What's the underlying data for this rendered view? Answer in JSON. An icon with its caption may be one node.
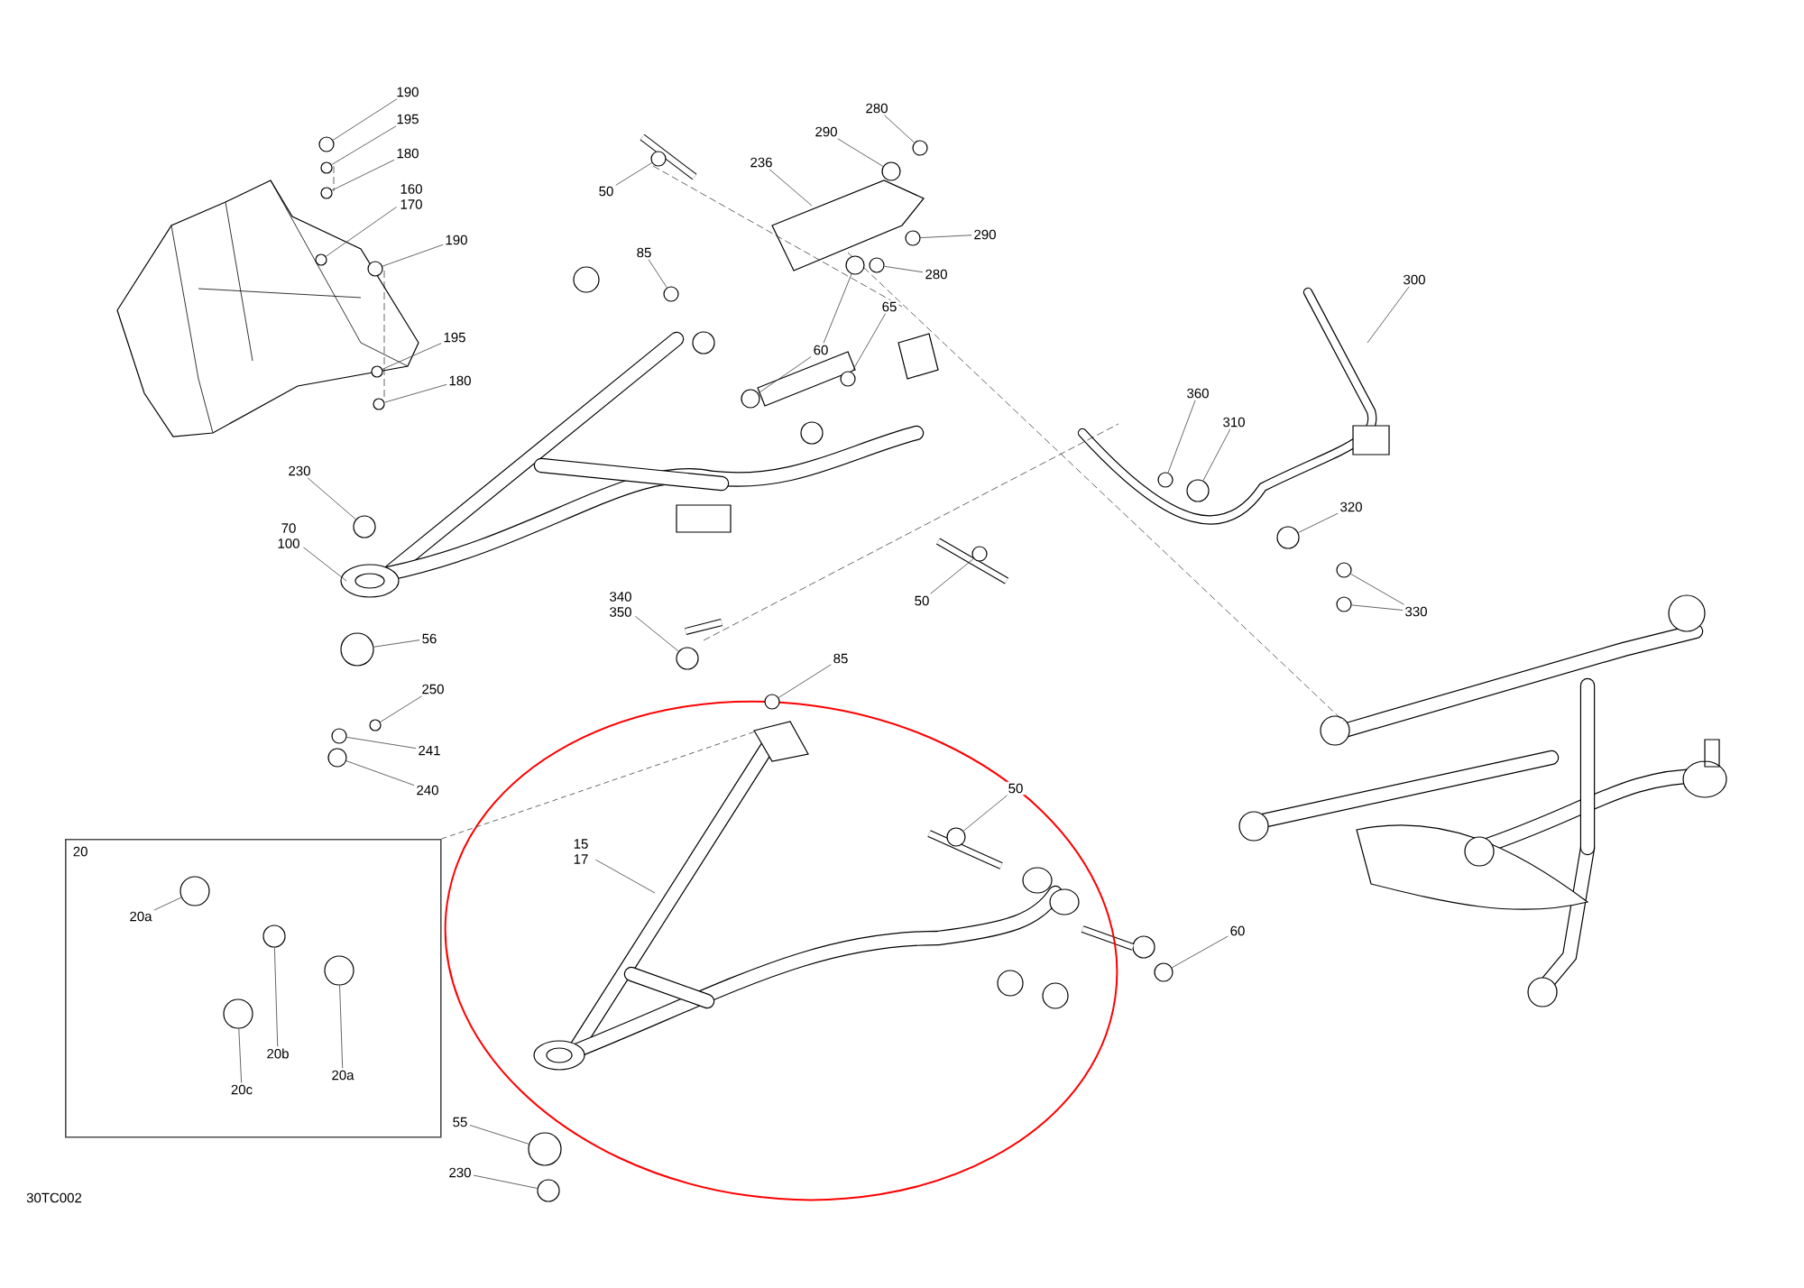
{
  "diagram": {
    "nodes": [
      {
        "text": [
          "190"
        ]
      },
      {
        "text": [
          "195"
        ]
      },
      {
        "text": [
          "180"
        ]
      },
      {
        "text": [
          "160 170"
        ]
      },
      {
        "text": [
          "190"
        ]
      },
      {
        "text": [
          "195"
        ]
      },
      {
        "text": [
          "180"
        ]
      },
      {
        "text": [
          "230"
        ]
      },
      {
        "text": [
          "70 100"
        ]
      },
      {
        "text": [
          "56"
        ]
      },
      {
        "text": [
          "250"
        ]
      },
      {
        "text": [
          "241"
        ]
      },
      {
        "text": [
          "240"
        ]
      },
      {
        "text": [
          "50"
        ]
      },
      {
        "text": [
          "236"
        ]
      },
      {
        "text": [
          "290"
        ]
      },
      {
        "text": [
          "280"
        ]
      },
      {
        "text": [
          "290"
        ]
      },
      {
        "text": [
          "280"
        ]
      },
      {
        "text": [
          "85"
        ]
      },
      {
        "text": [
          "60"
        ]
      },
      {
        "text": [
          "65"
        ]
      },
      {
        "text": [
          "340 350"
        ]
      },
      {
        "text": [
          "50"
        ]
      },
      {
        "text": [
          "300"
        ]
      },
      {
        "text": [
          "360"
        ]
      },
      {
        "text": [
          "310"
        ]
      },
      {
        "text": [
          "320"
        ]
      },
      {
        "text": [
          "330"
        ]
      },
      {
        "text": [
          "85"
        ]
      },
      {
        "text": [
          "15 17"
        ]
      },
      {
        "text": [
          "50"
        ]
      },
      {
        "text": [
          "60"
        ]
      },
      {
        "text": [
          "20"
        ]
      },
      {
        "text": [
          "20a"
        ],
        "in": 33
      },
      {
        "text": [
          "20b"
        ],
        "in": 33
      },
      {
        "text": [
          "20c"
        ],
        "in": 33
      },
      {
        "text": [
          "20a"
        ],
        "in": 33
      },
      {
        "text": [
          "55"
        ]
      },
      {
        "text": [
          "230"
        ]
      },
      {
        "text": [],
        "shape": "circle"
      },
      {
        "text": [],
        "shape": "circle"
      },
      {
        "text": [],
        "shape": "circle"
      },
      {
        "text": [],
        "shape": "circle"
      },
      {
        "text": [],
        "shape": "circle"
      },
      {
        "text": [],
        "shape": "circle"
      },
      {
        "text": [],
        "shape": "circle"
      },
      {
        "text": [],
        "shape": "circle"
      },
      {
        "text": [],
        "shape": "circle"
      },
      {
        "text": [],
        "shape": "circle"
      },
      {
        "text": [],
        "shape": "circle"
      },
      {
        "text": [],
        "shape": "circle"
      },
      {
        "text": [],
        "shape": "circle"
      },
      {
        "text": [],
        "shape": "circle"
      },
      {
        "text": [],
        "shape": "circle"
      },
      {
        "text": [],
        "shape": "circle"
      },
      {
        "text": [],
        "shape": "circle"
      },
      {
        "text": [],
        "shape": "circle"
      },
      {
        "text": [],
        "shape": "circle"
      },
      {
        "text": [],
        "shape": "circle"
      },
      {
        "text": [],
        "shape": "circle"
      },
      {
        "text": [],
        "shape": "circle"
      },
      {
        "text": [],
        "shape": "circle"
      },
      {
        "text": [],
        "shape": "circle"
      },
      {
        "text": [],
        "shape": "circle"
      },
      {
        "text": [],
        "shape": "circle"
      },
      {
        "text": [],
        "shape": "circle"
      },
      {
        "text": [],
        "shape": "circle"
      },
      {
        "text": [],
        "shape": "circle"
      },
      {
        "text": [],
        "shape": "circle"
      },
      {
        "text": [],
        "shape": "circle"
      },
      {
        "text": [],
        "shape": "circle",
        "in": 33
      },
      {
        "text": [],
        "shape": "circle",
        "in": 33
      },
      {
        "text": [],
        "shape": "circle",
        "in": 33
      },
      {
        "text": [],
        "shape": "circle",
        "in": 33
      },
      {
        "text": [],
        "shape": "circle"
      },
      {
        "text": [],
        "shape": "circle"
      }
    ],
    "edges": [
      {
        "from": 0,
        "to": 40,
        "arrow": "none"
      },
      {
        "from": 1,
        "to": 41,
        "arrow": "none"
      },
      {
        "from": 2,
        "to": 42,
        "arrow": "none"
      },
      {
        "from": 3,
        "to": 43,
        "arrow": "none"
      },
      {
        "from": 4,
        "to": 44,
        "arrow": "none"
      },
      {
        "from": 5,
        "to": 45,
        "arrow": "none"
      },
      {
        "from": 6,
        "to": 46,
        "arrow": "none"
      },
      {
        "from": 7,
        "to": 47,
        "arrow": "none"
      },
      {
        "from": 8,
        "to": null,
        "arrow": "none"
      },
      {
        "from": 9,
        "to": 48,
        "arrow": "none"
      },
      {
        "from": 10,
        "to": 49,
        "arrow": "none"
      },
      {
        "from": 11,
        "to": 50,
        "arrow": "none"
      },
      {
        "from": 12,
        "to": 51,
        "arrow": "none"
      },
      {
        "from": 13,
        "to": 52,
        "arrow": "none"
      },
      {
        "from": 14,
        "to": null,
        "arrow": "none"
      },
      {
        "from": 15,
        "to": 53,
        "arrow": "none"
      },
      {
        "from": 16,
        "to": 54,
        "arrow": "none"
      },
      {
        "from": 17,
        "to": 55,
        "arrow": "none"
      },
      {
        "from": 18,
        "to": 56,
        "arrow": "none"
      },
      {
        "from": 19,
        "to": 57,
        "arrow": "none"
      },
      {
        "from": 20,
        "to": 58,
        "arrow": "none"
      },
      {
        "from": 20,
        "to": 59,
        "arrow": "none"
      },
      {
        "from": 21,
        "to": 60,
        "arrow": "none"
      },
      {
        "from": 22,
        "to": 61,
        "arrow": "none"
      },
      {
        "from": 23,
        "to": 62,
        "arrow": "none"
      },
      {
        "from": 24,
        "to": null,
        "arrow": "none"
      },
      {
        "from": 25,
        "to": 63,
        "arrow": "none"
      },
      {
        "from": 26,
        "to": 64,
        "arrow": "none"
      },
      {
        "from": 27,
        "to": 65,
        "arrow": "none"
      },
      {
        "from": 28,
        "to": 66,
        "arrow": "none"
      },
      {
        "from": 28,
        "to": 67,
        "arrow": "none"
      },
      {
        "from": 29,
        "to": 68,
        "arrow": "none"
      },
      {
        "from": 30,
        "to": null,
        "arrow": "none"
      },
      {
        "from": 31,
        "to": 69,
        "arrow": "none"
      },
      {
        "from": 32,
        "to": 70,
        "arrow": "none"
      },
      {
        "from": 33,
        "to": null,
        "arrow": "none",
        "style": "dashed"
      },
      {
        "from": 34,
        "to": 71,
        "arrow": "none"
      },
      {
        "from": 35,
        "to": 72,
        "arrow": "none"
      },
      {
        "from": 36,
        "to": 73,
        "arrow": "none"
      },
      {
        "from": 37,
        "to": 74,
        "arrow": "none"
      },
      {
        "from": 38,
        "to": 75,
        "arrow": "none"
      },
      {
        "from": 39,
        "to": 76,
        "arrow": "none"
      }
    ],
    "labels": [
      "30TC002"
    ]
  }
}
